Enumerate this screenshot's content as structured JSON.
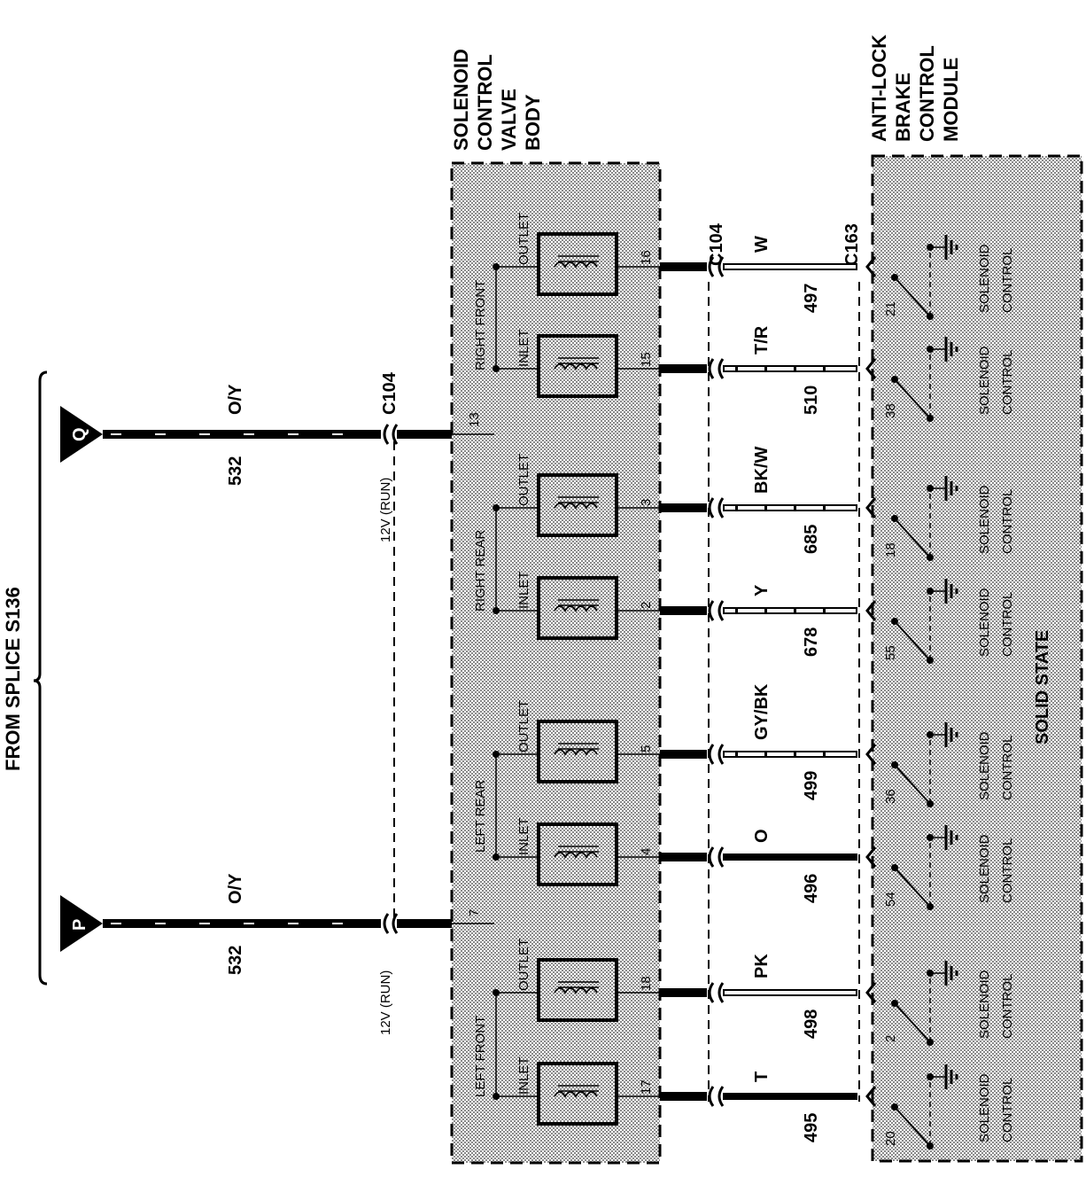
{
  "splice_label": "FROM SPLICE S136",
  "feeds": [
    {
      "connector": "Q",
      "color": "O/Y",
      "circuit": "532",
      "voltage": "12V (RUN)",
      "pin": "13"
    },
    {
      "connector": "P",
      "color": "O/Y",
      "circuit": "532",
      "voltage": "12V (RUN)",
      "pin": "7"
    }
  ],
  "connectors": {
    "valve_side": "C104",
    "pin_side_top": "C104",
    "module_side": "C163"
  },
  "valve_body": {
    "title": [
      "SOLENOID",
      "CONTROL",
      "VALVE",
      "BODY"
    ]
  },
  "module": {
    "title": [
      "ANTI-LOCK",
      "BRAKE",
      "CONTROL",
      "MODULE"
    ],
    "state_label": "SOLID STATE"
  },
  "groups": [
    {
      "name": "RIGHT FRONT"
    },
    {
      "name": "RIGHT REAR"
    },
    {
      "name": "LEFT REAR"
    },
    {
      "name": "LEFT FRONT"
    }
  ],
  "solenoids": [
    {
      "type": "OUTLET",
      "pin": "16",
      "color": "W",
      "circuit": "497",
      "module_pin": "21"
    },
    {
      "type": "INLET",
      "pin": "15",
      "color": "T/R",
      "circuit": "510",
      "module_pin": "38"
    },
    {
      "type": "OUTLET",
      "pin": "3",
      "color": "BK/W",
      "circuit": "685",
      "module_pin": "18"
    },
    {
      "type": "INLET",
      "pin": "2",
      "color": "Y",
      "circuit": "678",
      "module_pin": "55"
    },
    {
      "type": "OUTLET",
      "pin": "5",
      "color": "GY/BK",
      "circuit": "499",
      "module_pin": "36"
    },
    {
      "type": "INLET",
      "pin": "4",
      "color": "O",
      "circuit": "496",
      "module_pin": "54"
    },
    {
      "type": "OUTLET",
      "pin": "18",
      "color": "PK",
      "circuit": "498",
      "module_pin": "2"
    },
    {
      "type": "INLET",
      "pin": "17",
      "color": "T",
      "circuit": "495",
      "module_pin": "20"
    }
  ],
  "module_driver_labels": [
    "SOLENOID",
    "CONTROL"
  ]
}
